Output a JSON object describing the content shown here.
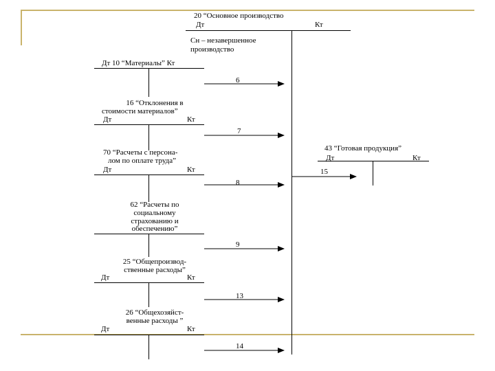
{
  "main_account": {
    "title": "20 “Основное производство",
    "dt": "Дт",
    "kt": "Кт",
    "opening": "Сн – незавершенное",
    "opening_2": "производство"
  },
  "accounts": [
    {
      "title_1": "Дт 10 “Материалы” Кт",
      "title_2": "",
      "dt": "",
      "kt": "",
      "entry": "6"
    },
    {
      "title_1": "16 “Отклонения в",
      "title_2": "стоимости материалов”",
      "dt": "Дт",
      "kt": "Кт",
      "entry": "7"
    },
    {
      "title_1": "70 “Расчеты с персона-",
      "title_2": "лом по оплате труда”",
      "dt": "Дт",
      "kt": "Кт",
      "entry": "8"
    },
    {
      "title_1": "62 “Расчеты по",
      "title_2": "социальному",
      "title_3": "страхованию и",
      "title_4": "обеспечению”",
      "dt": "",
      "kt": "",
      "entry": "9"
    },
    {
      "title_1": "25 “Общепроизвод-",
      "title_2": "ственные расходы”",
      "dt": "Дт",
      "kt": "Кт",
      "entry": "13"
    },
    {
      "title_1": "26 “Общехозяйст-",
      "title_2": "венные расходы ”",
      "dt": "Дт",
      "kt": "Кт",
      "entry": "14"
    }
  ],
  "output_account": {
    "title": "43 “Готовая продукция”",
    "dt": "Дт",
    "kt": "Кт",
    "entry": "15"
  }
}
